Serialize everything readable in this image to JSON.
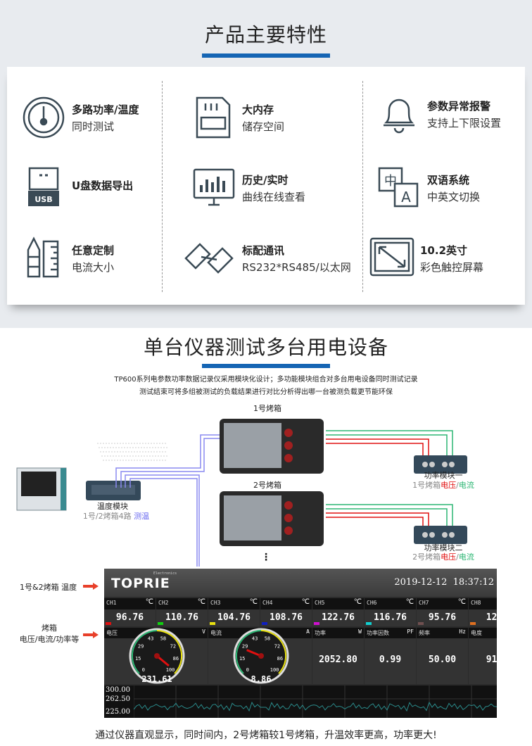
{
  "section1": {
    "title": "产品主要特性",
    "features": [
      {
        "icon": "gauge-icon",
        "title": "多路功率/温度",
        "desc": "同时测试"
      },
      {
        "icon": "sd-card-icon",
        "title": "大内存",
        "desc": "储存空间"
      },
      {
        "icon": "bell-icon",
        "title": "参数异常报警",
        "desc": "支持上下限设置"
      },
      {
        "icon": "usb-icon",
        "title": "U盘数据导出",
        "desc": "",
        "icon_text": "USB"
      },
      {
        "icon": "monitor-chart-icon",
        "title": "历史/实时",
        "desc": "曲线在线查看"
      },
      {
        "icon": "language-icon",
        "title": "双语系统",
        "desc": "中英文切换",
        "icon_text": "中",
        "icon_text2": "A"
      },
      {
        "icon": "pen-ruler-icon",
        "title": "任意定制",
        "desc": "电流大小"
      },
      {
        "icon": "link-icon",
        "title": "标配通讯",
        "desc": "RS232*RS485/以太网"
      },
      {
        "icon": "resize-screen-icon",
        "title": "10.2英寸",
        "desc": "彩色触控屏幕"
      }
    ]
  },
  "section2": {
    "title": "单台仪器测试多台用电设备",
    "subtitle_lines": [
      "TP600系列电参数功率数据记录仪采用模块化设计；多功能模块组合对多台用电设备同时测试记录",
      "测试结束可将多组被测试的负载结果进行对比分析得出哪一台被测负载更节能环保"
    ],
    "oven1": "1号烤箱",
    "oven2": "2号烤箱",
    "temp_module": {
      "name": "温度模块",
      "desc": "1号/2烤箱4路",
      "highlight": "测温"
    },
    "power1": {
      "name": "功率模块一",
      "desc": "1号烤箱",
      "voltage": "电压",
      "sep": "/",
      "current": "电流"
    },
    "power2": {
      "name": "功率模块二",
      "desc": "2号烤箱",
      "voltage": "电压",
      "sep": "/",
      "current": "电流"
    },
    "ellipsis": "⋮",
    "side_labels": {
      "temp": "1号&2烤箱 温度",
      "power_l1": "烤箱",
      "power_l2": "电压/电流/功率等"
    },
    "screen": {
      "logo": "TOPRIE",
      "logo_sub": "Electronics",
      "date": "2019-12-12",
      "time": "18:37:12",
      "channels": [
        {
          "name": "CH1",
          "unit": "℃",
          "value": "96.76",
          "color": "#e01010"
        },
        {
          "name": "CH2",
          "unit": "℃",
          "value": "110.76",
          "color": "#10d010"
        },
        {
          "name": "CH3",
          "unit": "℃",
          "value": "104.76",
          "color": "#e8e010"
        },
        {
          "name": "CH4",
          "unit": "℃",
          "value": "108.76",
          "color": "#1020c0"
        },
        {
          "name": "CH5",
          "unit": "℃",
          "value": "122.76",
          "color": "#d010d0"
        },
        {
          "name": "CH6",
          "unit": "℃",
          "value": "116.76",
          "color": "#10d0d0"
        },
        {
          "name": "CH7",
          "unit": "℃",
          "value": "95.76",
          "color": "#705050"
        },
        {
          "name": "CH8",
          "unit": "℃",
          "value": "124",
          "color": "#e07020"
        }
      ],
      "gauges": [
        {
          "name": "电压",
          "unit": "V",
          "value": "231.61",
          "fraction": 0.98,
          "ticks": [
            "0",
            "15",
            "29",
            "43",
            "58",
            "72",
            "86",
            "100"
          ]
        },
        {
          "name": "电流",
          "unit": "A",
          "value": "8.86",
          "fraction": 0.25,
          "ticks": [
            "0",
            "15",
            "29",
            "43",
            "58",
            "72",
            "86",
            "100"
          ]
        }
      ],
      "panels": [
        {
          "name": "功率",
          "unit": "W",
          "value": "2052.80"
        },
        {
          "name": "功率因数",
          "unit": "PF",
          "value": "0.99"
        },
        {
          "name": "频率",
          "unit": "Hz",
          "value": "50.00"
        },
        {
          "name": "电度",
          "unit": "",
          "value": "91."
        }
      ],
      "trend_axis": [
        "300.00",
        "262.50",
        "225.00"
      ]
    },
    "caption": "通过仪器直观显示，同时间内，2号烤箱较1号烤箱，升温效率更高，功率更大!"
  },
  "colors": {
    "accent": "#1565b4",
    "voltage": "#e01010",
    "current": "#2bb673",
    "temp": "#6b6bf0"
  }
}
